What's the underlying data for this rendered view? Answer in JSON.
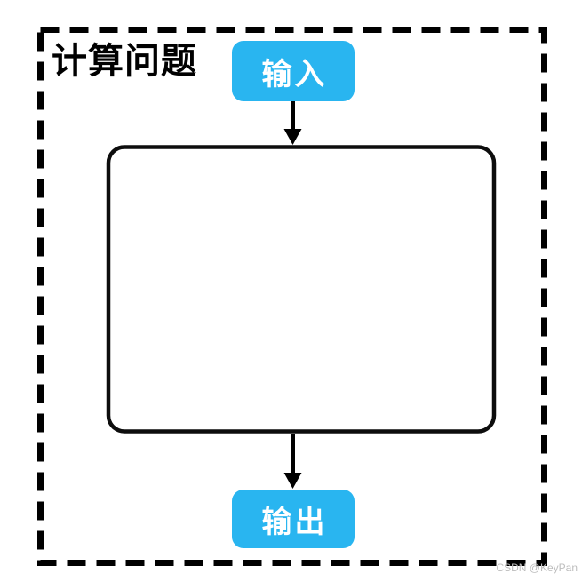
{
  "diagram": {
    "title": "计算问题",
    "nodes": {
      "input": {
        "label": "输入"
      },
      "output": {
        "label": "输出"
      }
    },
    "process_box_label": "",
    "watermark": "CSDN @KeyPan",
    "colors": {
      "node_fill": "#29B5F0",
      "node_text": "#ffffff",
      "outline": "#000000",
      "watermark_text": "#bdbdbd",
      "background": "#ffffff"
    }
  }
}
